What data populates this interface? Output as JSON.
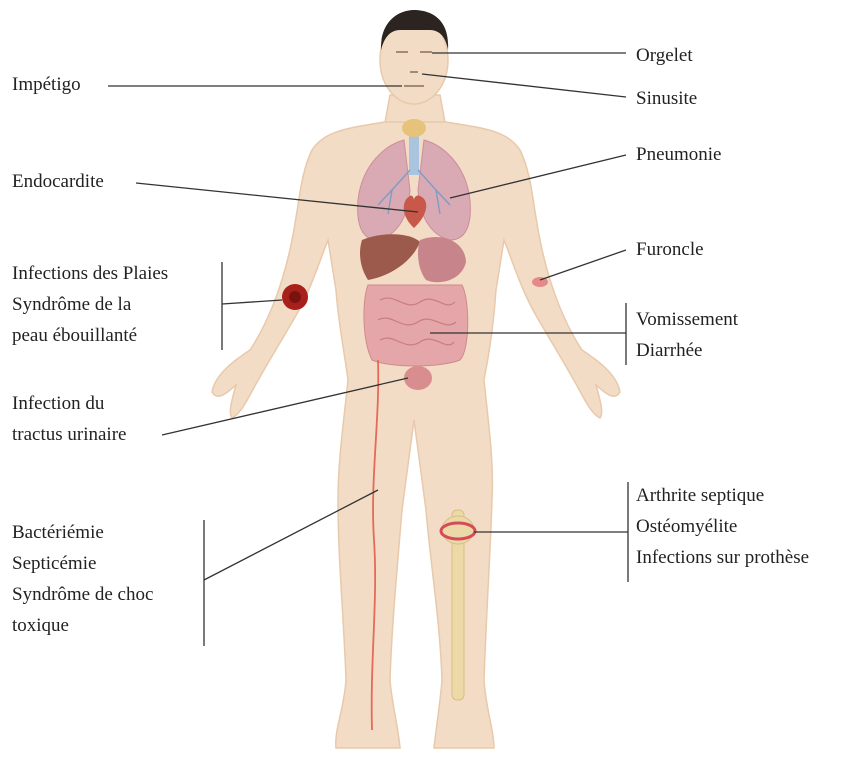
{
  "labels": {
    "orgelet": "Orgelet",
    "sinusite": "Sinusite",
    "impetigo": "Impétigo",
    "pneumonie": "Pneumonie",
    "endocardite": "Endocardite",
    "furoncle": "Furoncle",
    "plaies": [
      "Infections des Plaies",
      "Syndrôme de la",
      "peau ébouillanté"
    ],
    "digestif": [
      "Vomissement",
      "Diarrhée"
    ],
    "urinaire": [
      "Infection du",
      "tractus urinaire"
    ],
    "os": [
      "Arthrite septique",
      "Ostéomyélite",
      "Infections sur prothèse"
    ],
    "sang": [
      "Bactériémie",
      "Septicémie",
      "Syndrôme de choc",
      "toxique"
    ]
  },
  "colors": {
    "skin": "#f3dcc5",
    "skin_edge": "#e8c9ac",
    "hair": "#2b2420",
    "lung": "#d9aab4",
    "heart": "#c8584a",
    "intestine": "#e4a6a8",
    "liver": "#9b5a4c",
    "stomach": "#c7848a",
    "bone": "#ecd9a8",
    "wound": "#a8201c",
    "vessel": "#e46a5a",
    "line": "#333333"
  }
}
